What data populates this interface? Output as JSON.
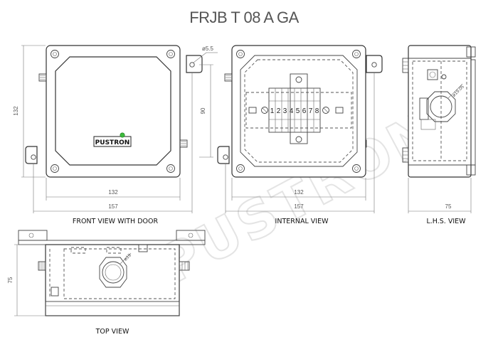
{
  "title": "FRJB T 08 A GA",
  "watermark": "PUSTRON",
  "brand_plate": "PUSTRON",
  "views": {
    "front": "FRONT VIEW WITH DOOR",
    "internal": "INTERNAL VIEW",
    "lhs": "L.H.S. VIEW",
    "top": "TOP VIEW"
  },
  "dimensions": {
    "front_height": "132",
    "front_inner_width": "132",
    "front_overall_width": "157",
    "hole_diameter": "ø5.5",
    "mounting_pitch": "90",
    "internal_inner_width": "132",
    "internal_overall_width": "157",
    "lhs_depth": "75",
    "lhs_gland": "ø19.05",
    "top_depth": "75",
    "top_gland": "ø19"
  },
  "terminals": [
    "1",
    "2",
    "3",
    "4",
    "5",
    "6",
    "7",
    "8"
  ],
  "colors": {
    "line": "#333333",
    "dimension": "#777777",
    "watermark": "#e4e4e4",
    "led": "#3dba3d"
  }
}
